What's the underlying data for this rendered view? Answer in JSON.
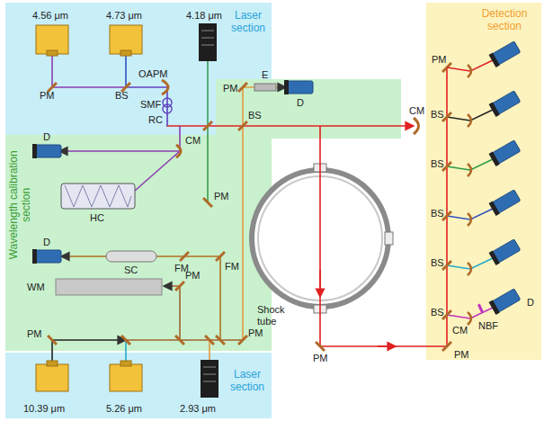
{
  "diagram": {
    "nodes": [
      {
        "text": [
          "Laser section"
        ]
      },
      {
        "text": [
          "Detection section"
        ]
      },
      {
        "text": [
          "Wavelength calibration section"
        ]
      },
      {
        "text": [
          "Laser section"
        ]
      }
    ],
    "labels": [
      "4.56 μm",
      "4.73 μm",
      "4.18 μm",
      "PM",
      "BS",
      "OAPM",
      "SMF",
      "RC",
      "PM",
      "E",
      "D",
      "BS",
      "CM",
      "D",
      "CM",
      "HC",
      "D",
      "SC",
      "FM",
      "FM",
      "PM",
      "WM",
      "PM",
      "PM",
      "PM",
      "10.39 μm",
      "5.26 μm",
      "2.93 μm",
      "Shock tube",
      "PM",
      "PM",
      "BS",
      "BS",
      "BS",
      "BS",
      "BS",
      "PM",
      "CM",
      "NBF",
      "D"
    ]
  }
}
